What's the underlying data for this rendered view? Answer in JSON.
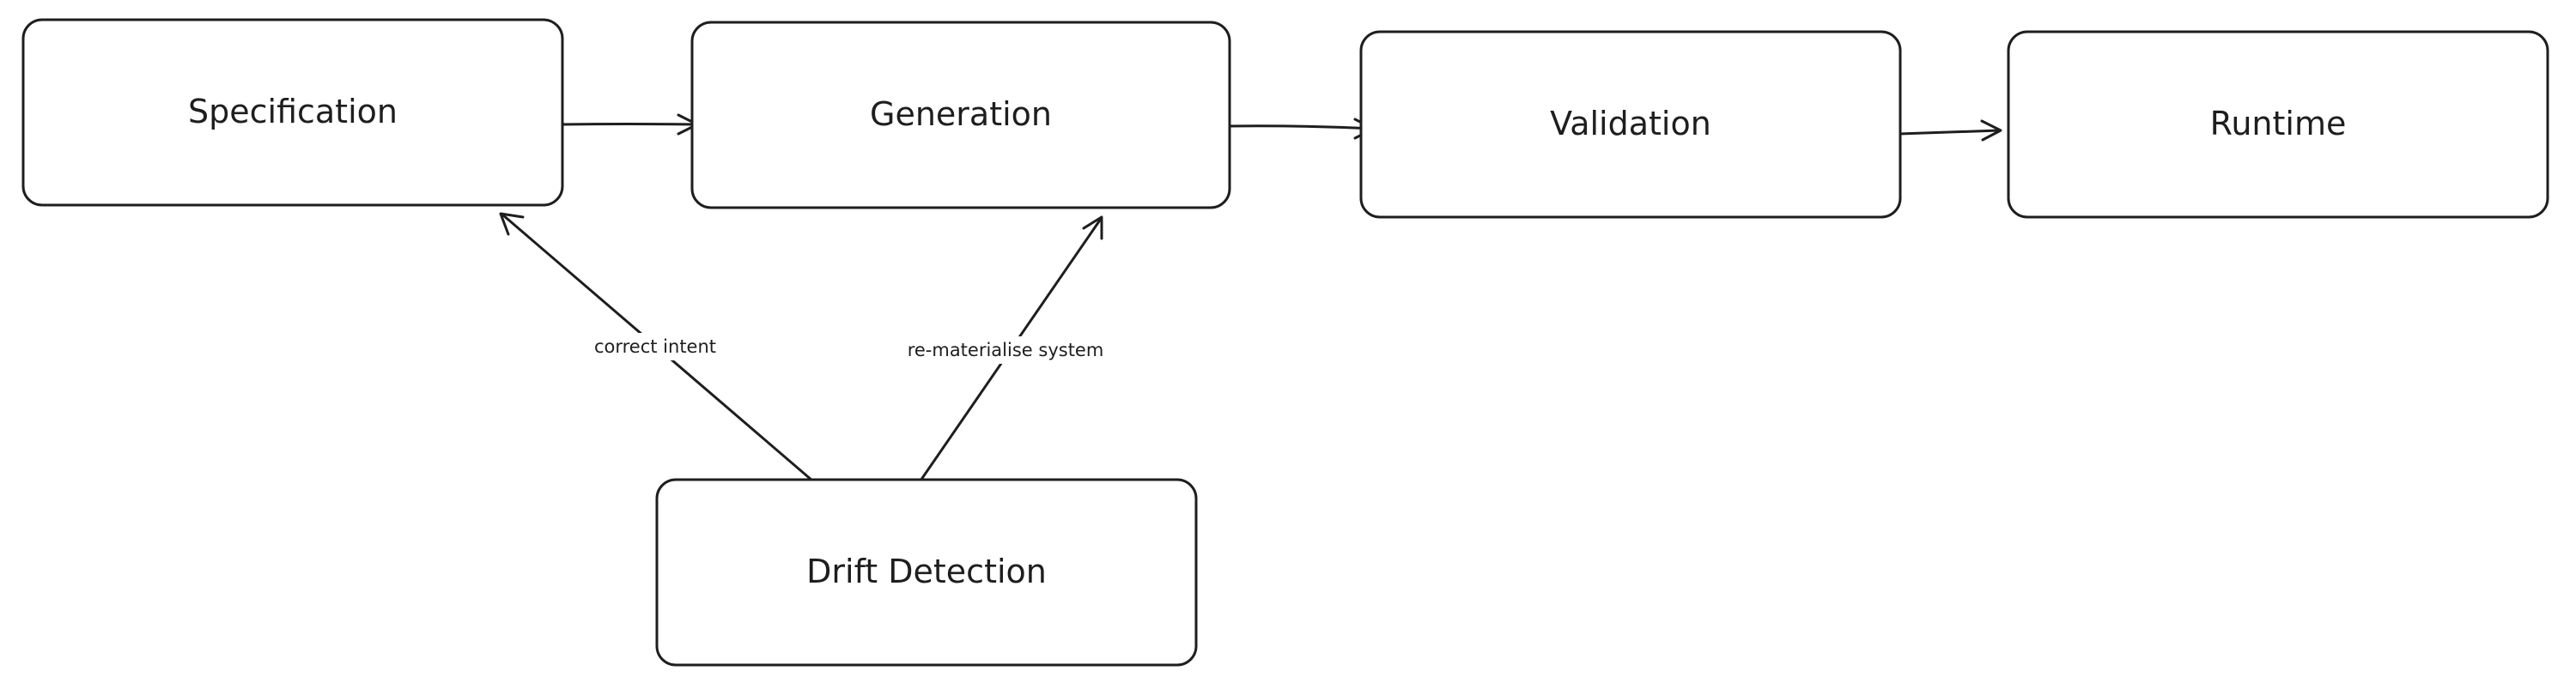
{
  "diagram": {
    "nodes": [
      {
        "id": "specification",
        "label": "Specification"
      },
      {
        "id": "generation",
        "label": "Generation"
      },
      {
        "id": "validation",
        "label": "Validation"
      },
      {
        "id": "runtime",
        "label": "Runtime"
      },
      {
        "id": "drift-detection",
        "label": "Drift Detection"
      }
    ],
    "edges": [
      {
        "from": "specification",
        "to": "generation",
        "label": ""
      },
      {
        "from": "generation",
        "to": "validation",
        "label": ""
      },
      {
        "from": "validation",
        "to": "runtime",
        "label": ""
      },
      {
        "from": "drift-detection",
        "to": "specification",
        "label": "correct intent"
      },
      {
        "from": "drift-detection",
        "to": "generation",
        "label": "re-materialise system"
      }
    ]
  },
  "colors": {
    "stroke": "#1e1e1e",
    "background": "#ffffff"
  }
}
